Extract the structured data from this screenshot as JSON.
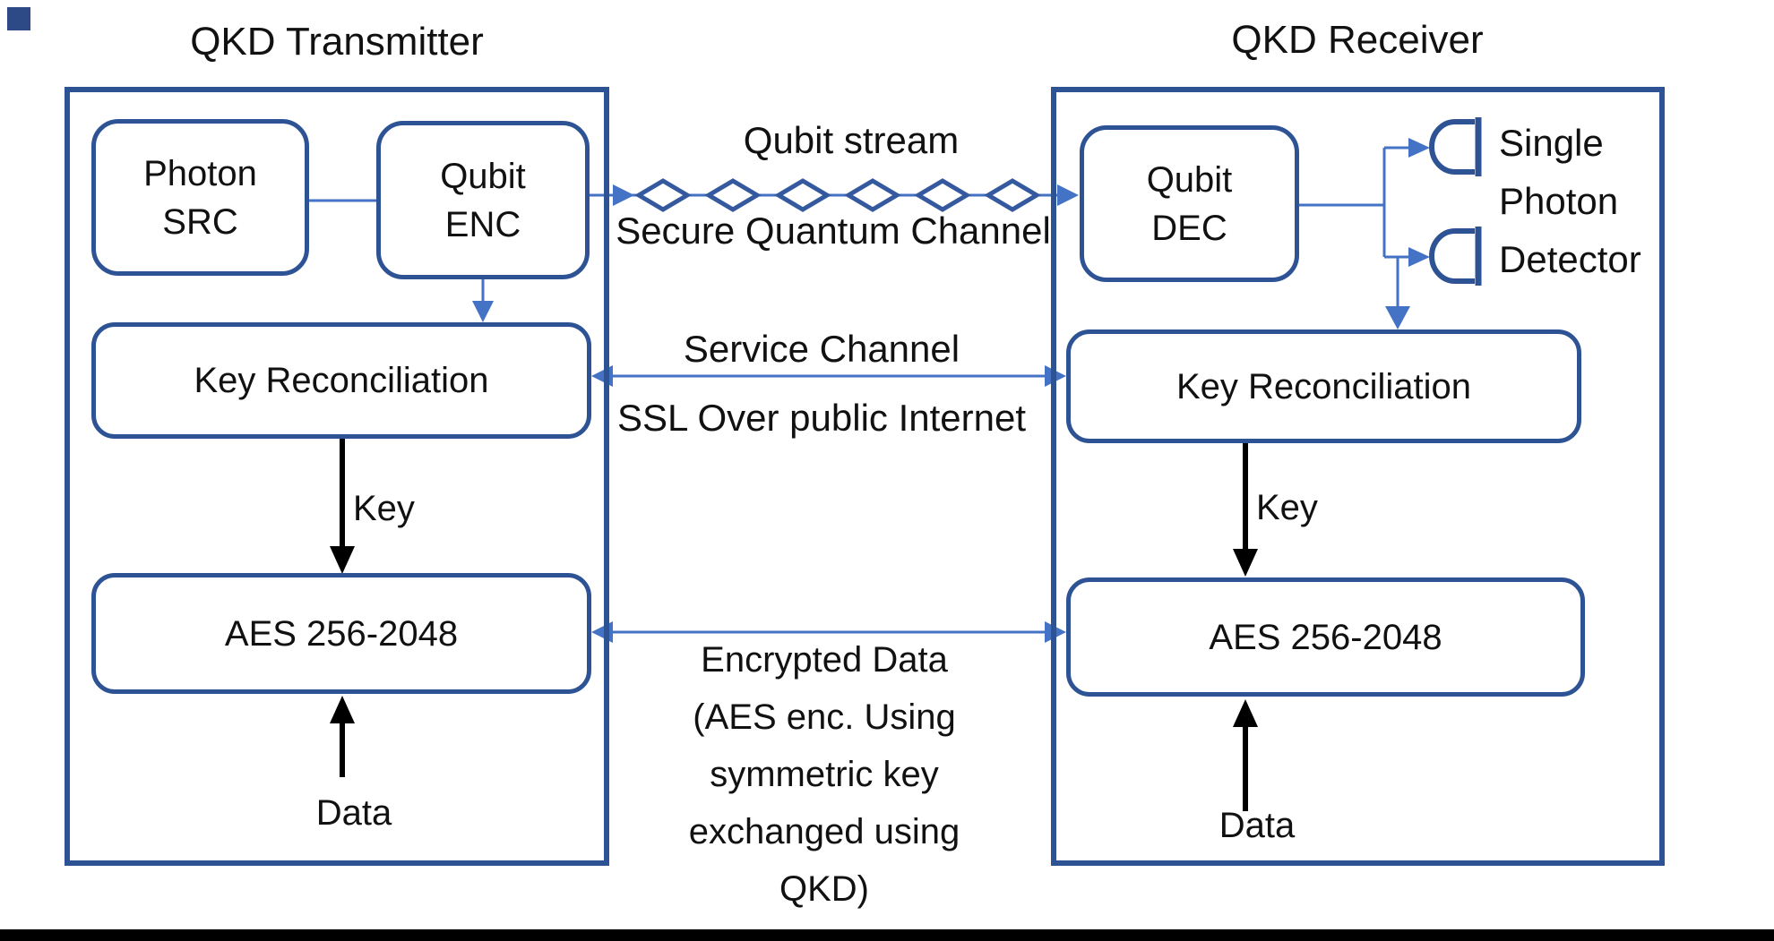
{
  "colors": {
    "box-border": "#2e5394",
    "connector": "#4472c4",
    "diamond": "#35599e",
    "text": "#111111",
    "footer-bar": "#000000",
    "corner-square": "#2e4a86"
  },
  "transmitter": {
    "title": "QKD Transmitter",
    "photon_src": {
      "line1": "Photon",
      "line2": "SRC"
    },
    "qubit_enc": {
      "line1": "Qubit",
      "line2": "ENC"
    },
    "key_reconciliation": "Key Reconciliation",
    "aes": "AES 256-2048",
    "key_label": "Key",
    "data_label": "Data"
  },
  "receiver": {
    "title": "QKD Receiver",
    "qubit_dec": {
      "line1": "Qubit",
      "line2": "DEC"
    },
    "detector_label": {
      "line1": "Single",
      "line2": "Photon",
      "line3": "Detector"
    },
    "key_reconciliation": "Key Reconciliation",
    "aes": "AES 256-2048",
    "key_label": "Key",
    "data_label": "Data"
  },
  "channels": {
    "qubit_stream": {
      "title": "Qubit stream",
      "subtitle": "Secure Quantum Channel"
    },
    "service": {
      "line1": "Service Channel",
      "line2": "SSL Over public Internet"
    },
    "encrypted": {
      "line1": "Encrypted Data",
      "line2": "(AES enc. Using",
      "line3": "symmetric key",
      "line4": "exchanged using",
      "line5": "QKD)"
    }
  }
}
